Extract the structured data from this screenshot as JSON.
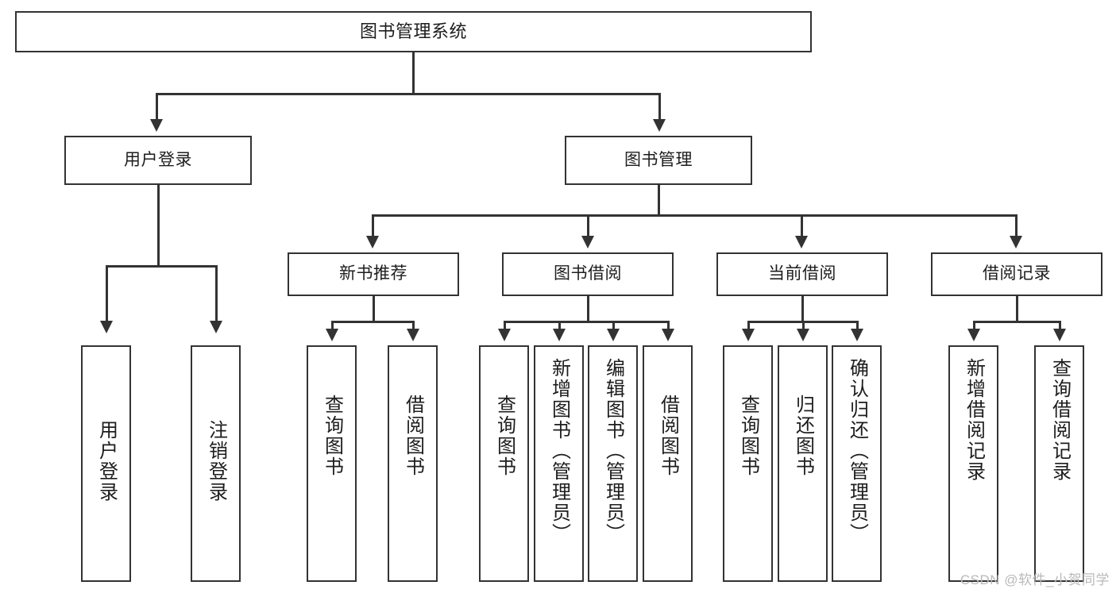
{
  "diagram": {
    "title": "图书管理系统",
    "type": "tree-structure-chart",
    "root": {
      "id": "root",
      "label": "图书管理系统"
    },
    "level2": [
      {
        "id": "user-login",
        "label": "用户登录"
      },
      {
        "id": "book-management",
        "label": "图书管理"
      }
    ],
    "level3": [
      {
        "id": "new-book-recommend",
        "label": "新书推荐"
      },
      {
        "id": "book-borrow",
        "label": "图书借阅"
      },
      {
        "id": "current-borrow",
        "label": "当前借阅"
      },
      {
        "id": "borrow-record",
        "label": "借阅记录"
      }
    ],
    "leaves": {
      "user_login": [
        {
          "id": "leaf-user-login",
          "label": "用户登录"
        },
        {
          "id": "leaf-logout-login",
          "label": "注销登录"
        }
      ],
      "new_book_recommend": [
        {
          "id": "leaf-query-book-1",
          "label": "查询图书"
        },
        {
          "id": "leaf-borrow-book-1",
          "label": "借阅图书"
        }
      ],
      "book_borrow": [
        {
          "id": "leaf-query-book-2",
          "label": "查询图书"
        },
        {
          "id": "leaf-add-book",
          "label": "新增图书（管理员）"
        },
        {
          "id": "leaf-edit-book",
          "label": "编辑图书（管理员）"
        },
        {
          "id": "leaf-borrow-book-2",
          "label": "借阅图书"
        }
      ],
      "current_borrow": [
        {
          "id": "leaf-query-book-3",
          "label": "查询图书"
        },
        {
          "id": "leaf-return-book",
          "label": "归还图书"
        },
        {
          "id": "leaf-confirm-return",
          "label": "确认归还（管理员）"
        }
      ],
      "borrow_record": [
        {
          "id": "leaf-add-record",
          "label": "新增借阅记录"
        },
        {
          "id": "leaf-query-record",
          "label": "查询借阅记录"
        }
      ]
    }
  },
  "watermark": {
    "text": "CSDN @软件_小贺同学"
  },
  "colors": {
    "box_border": "#333333",
    "box_fill": "#ffffff",
    "text": "#1d1d1d",
    "connector": "#333333",
    "watermark": "#b9b9b9",
    "background": "#ffffff"
  }
}
